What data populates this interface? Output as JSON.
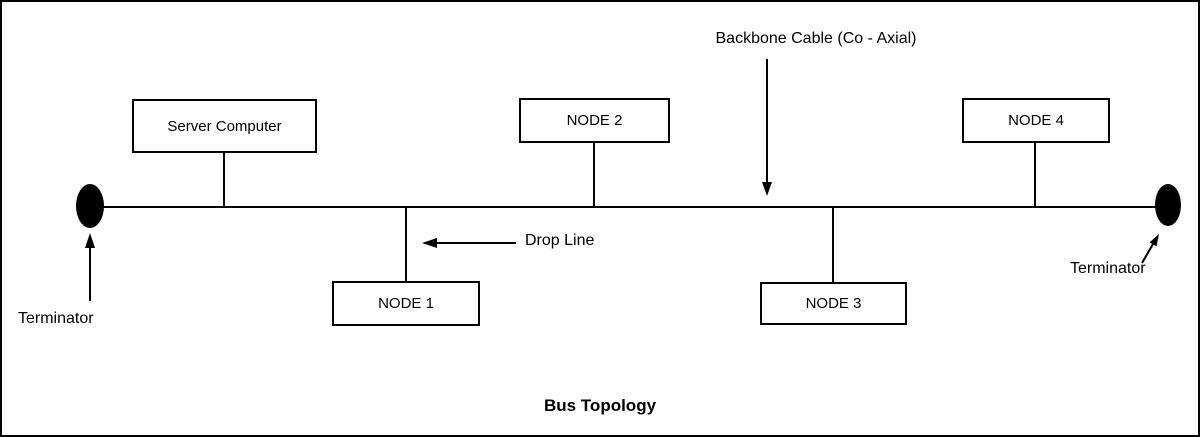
{
  "diagram": {
    "title": "Bus Topology",
    "labels": {
      "backbone": "Backbone Cable (Co - Axial)",
      "drop_line": "Drop Line",
      "terminator_left": "Terminator",
      "terminator_right": "Terminator"
    },
    "nodes": [
      {
        "id": "server",
        "label": "Server Computer"
      },
      {
        "id": "node1",
        "label": "NODE 1"
      },
      {
        "id": "node2",
        "label": "NODE 2"
      },
      {
        "id": "node3",
        "label": "NODE 3"
      },
      {
        "id": "node4",
        "label": "NODE 4"
      }
    ],
    "colors": {
      "line": "#000000",
      "background": "#ffffff"
    }
  }
}
